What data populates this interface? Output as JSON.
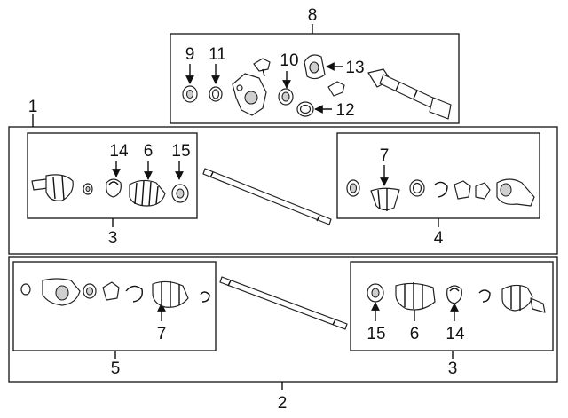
{
  "colors": {
    "stroke": "#222222",
    "background": "#ffffff",
    "shade": "#cfcfcf"
  },
  "callouts": {
    "c1": "1",
    "c2": "2",
    "c3a": "3",
    "c3b": "3",
    "c4": "4",
    "c5": "5",
    "c6a": "6",
    "c6b": "6",
    "c7a": "7",
    "c7b": "7",
    "c8": "8",
    "c9": "9",
    "c10": "10",
    "c11": "11",
    "c12": "12",
    "c13": "13",
    "c14a": "14",
    "c14b": "14",
    "c15a": "15",
    "c15b": "15"
  }
}
